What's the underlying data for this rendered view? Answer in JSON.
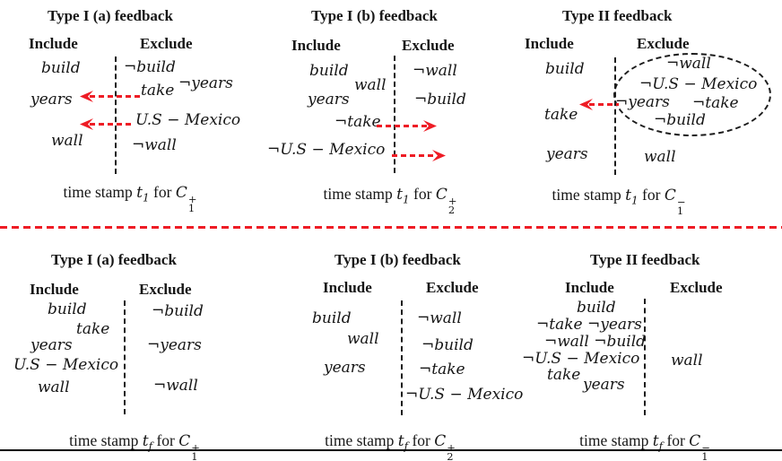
{
  "colors": {
    "red": "#ee1c25",
    "ink": "#161616"
  },
  "figure": {
    "separator": "red-dashed-divider",
    "bottom_rule": "black-rule"
  },
  "panels": [
    {
      "title": "Type I (a) feedback",
      "include_header": "Include",
      "exclude_header": "Exclude",
      "terms": [
        "build",
        "¬build",
        "take",
        "¬years",
        "years",
        "U.S − Mexico",
        "wall",
        "¬wall"
      ],
      "arrows": [
        "left",
        "left"
      ],
      "caption": {
        "prefix": "time stamp",
        "t": "t",
        "t_sub": "1",
        "mid": "for",
        "c": "C",
        "c_sub": "1",
        "c_sup": "+"
      }
    },
    {
      "title": "Type I (b) feedback",
      "include_header": "Include",
      "exclude_header": "Exclude",
      "terms": [
        "build",
        "wall",
        "years",
        "¬take",
        "¬U.S − Mexico",
        "¬wall",
        "¬build"
      ],
      "arrows": [
        "right",
        "right"
      ],
      "caption": {
        "prefix": "time stamp",
        "t": "t",
        "t_sub": "1",
        "mid": "for",
        "c": "C",
        "c_sub": "2",
        "c_sup": "+"
      }
    },
    {
      "title": "Type II feedback",
      "include_header": "Include",
      "exclude_header": "Exclude",
      "terms": [
        "build",
        "take",
        "years",
        "¬wall",
        "¬U.S − Mexico",
        "¬years",
        "¬take",
        "¬build",
        "wall"
      ],
      "arrows": [
        "left"
      ],
      "emphasis": "dashed-ellipse",
      "caption": {
        "prefix": "time stamp",
        "t": "t",
        "t_sub": "1",
        "mid": "for",
        "c": "C",
        "c_sub": "1",
        "c_sup": "−"
      }
    },
    {
      "title": "Type I (a) feedback",
      "include_header": "Include",
      "exclude_header": "Exclude",
      "terms": [
        "build",
        "take",
        "years",
        "U.S − Mexico",
        "wall",
        "¬build",
        "¬years",
        "¬wall"
      ],
      "arrows": [],
      "caption": {
        "prefix": "time stamp",
        "t": "t",
        "t_sub": "f",
        "mid": "for",
        "c": "C",
        "c_sub": "1",
        "c_sup": "+"
      }
    },
    {
      "title": "Type I (b) feedback",
      "include_header": "Include",
      "exclude_header": "Exclude",
      "terms": [
        "build",
        "wall",
        "years",
        "¬wall",
        "¬build",
        "¬take",
        "¬U.S − Mexico"
      ],
      "arrows": [],
      "caption": {
        "prefix": "time stamp",
        "t": "t",
        "t_sub": "f",
        "mid": "for",
        "c": "C",
        "c_sub": "2",
        "c_sup": "+"
      }
    },
    {
      "title": "Type II feedback",
      "include_header": "Include",
      "exclude_header": "Exclude",
      "terms": [
        "build",
        "¬take ¬years",
        "¬wall ¬build",
        "¬U.S − Mexico",
        "take",
        "years",
        "wall"
      ],
      "arrows": [],
      "caption": {
        "prefix": "time stamp",
        "t": "t",
        "t_sub": "f",
        "mid": "for",
        "c": "C",
        "c_sub": "1",
        "c_sup": "−"
      }
    }
  ]
}
